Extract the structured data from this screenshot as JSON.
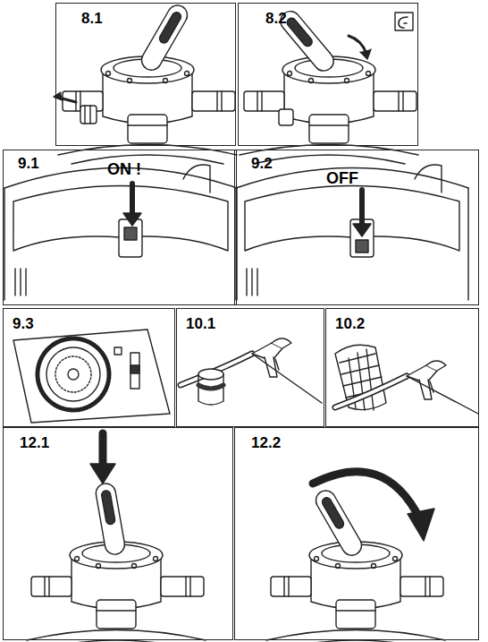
{
  "diagram": {
    "nodes": [
      {
        "text": [
          "8.1"
        ]
      },
      {
        "text": [
          "8.2"
        ]
      },
      {
        "text": [
          "9.1",
          "ON !"
        ]
      },
      {
        "text": [
          "9.2",
          "OFF"
        ]
      },
      {
        "text": [
          "9.3"
        ]
      },
      {
        "text": [
          "10.1"
        ]
      },
      {
        "text": [
          "10.2"
        ]
      },
      {
        "text": [
          "12.1"
        ]
      },
      {
        "text": [
          "12.2"
        ]
      }
    ]
  }
}
